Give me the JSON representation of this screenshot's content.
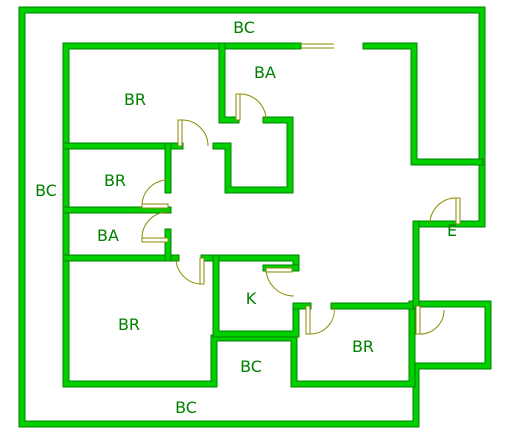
{
  "colors": {
    "wall": "#008000",
    "wall_fill": "#00d000",
    "door": "#8a8a00",
    "label": "#008000",
    "background": "#ffffff"
  },
  "labels": {
    "bc_top": "BC",
    "bc_left": "BC",
    "bc_bottom": "BC",
    "bc_inner": "BC",
    "br_top_left": "BR",
    "br_middle_left": "BR",
    "br_bottom_left": "BR",
    "br_bottom_right": "BR",
    "ba_top": "BA",
    "ba_left": "BA",
    "kitchen": "K",
    "entry": "E"
  }
}
